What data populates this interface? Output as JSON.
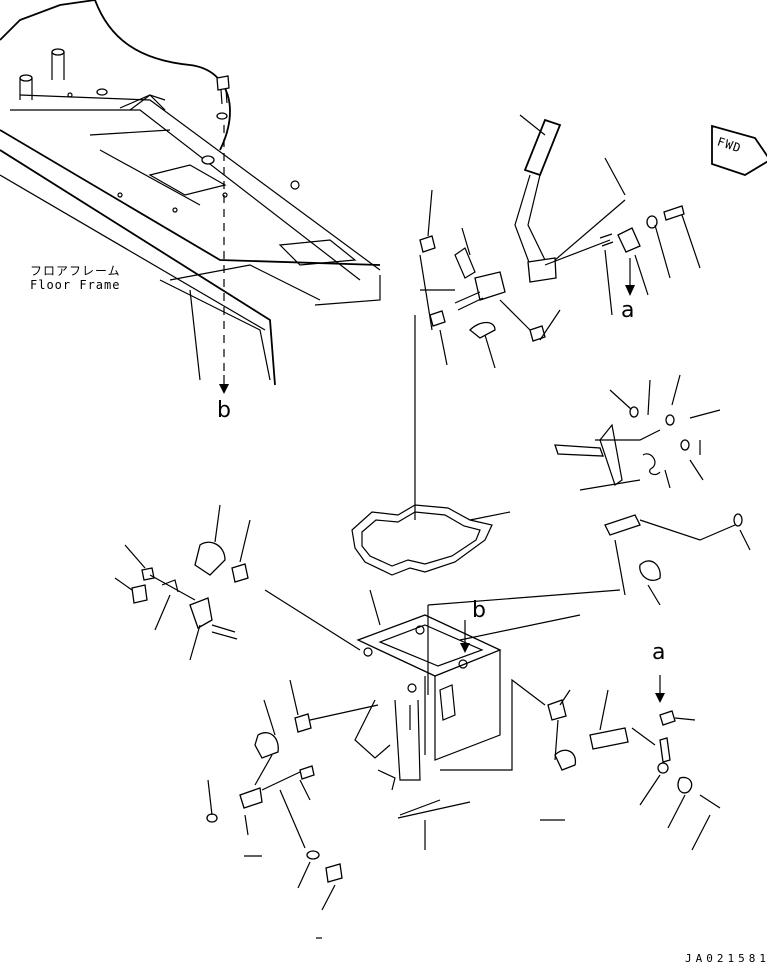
{
  "labels": {
    "floor_frame_jp": "フロアフレーム",
    "floor_frame_en": "Floor Frame",
    "fwd_badge": "FWD",
    "ref_a_top": "a",
    "ref_b_left": "b",
    "ref_b_center": "b",
    "ref_a_right": "a",
    "drawing_code": "JA021581"
  }
}
